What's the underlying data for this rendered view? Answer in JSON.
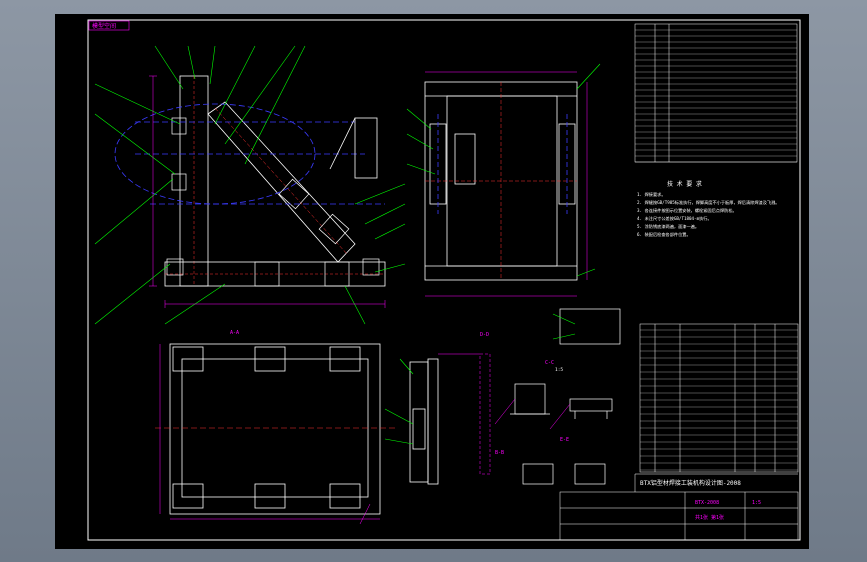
{
  "drawing": {
    "tab_label": "模型空间",
    "view_labels": {
      "side": "A-A",
      "top": "B-B",
      "left_end": "E-E",
      "detail_a": "C-C",
      "detail_b": "D-D"
    },
    "scales": {
      "detail": "1:5",
      "side": "1:5"
    },
    "notes_title": "技 术 要 求",
    "notes": [
      "1. 焊接要求。",
      "2. 焊缝按GB/T985标准执行，焊脚高度不小于板厚，焊后清除焊渣及飞溅。",
      "3. 各连接件按图示位置安装，螺栓紧固后点焊防松。",
      "4. 未注尺寸公差按GB/T1804-m执行。",
      "5. 涂防锈底漆两遍，面漆一遍。",
      "6. 装配后检查各部件位置。"
    ],
    "title_block": {
      "title": "BTX铝型材焊接工装机构设计图-2008",
      "drawing_no": "BTX-2008",
      "sheet": "共1张 第1张",
      "scale": "1:5"
    },
    "colors": {
      "frame": "#ffffff",
      "outline": "#ffffff",
      "magenta": "#ff00ff",
      "green": "#00ff00",
      "yellow": "#ffff00",
      "blue": "#3b3bff",
      "red": "#ff3030",
      "cyan": "#00ffff"
    }
  }
}
